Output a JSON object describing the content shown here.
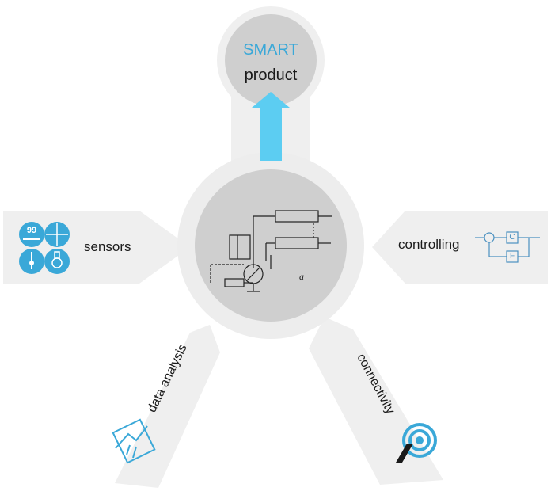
{
  "center": {
    "title_line1": "SMART",
    "title_line2": "product",
    "sketch_label": "a"
  },
  "spokes": {
    "sensors": {
      "label": "sensors",
      "icons": [
        "quality-99-icon",
        "crosshair-dial-icon",
        "gauge-needle-icon",
        "flask-icon"
      ],
      "badge_text": "99"
    },
    "controlling": {
      "label": "controlling",
      "icon": "control-loop-icon",
      "block_c": "C",
      "block_f": "F"
    },
    "data_analysis": {
      "label": "data analysis",
      "icon": "bar-chart-icon"
    },
    "connectivity": {
      "label": "connectivity",
      "icon": "radio-tower-icon"
    }
  },
  "colors": {
    "accent_blue": "#3aa8d8",
    "arrow_blue": "#5ccdf2",
    "panel_gray": "#efefef",
    "ring_gray": "#ededed",
    "circle_gray": "#cfcfcf"
  }
}
